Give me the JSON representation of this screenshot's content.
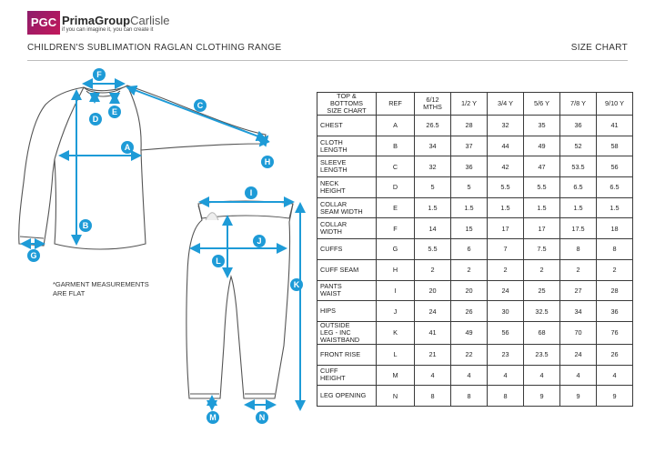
{
  "logo": {
    "badge": "PGC",
    "name_bold": "PrimaGroup",
    "name_light": "Carlisle",
    "tagline": "if you can imagine it, you can create it"
  },
  "header": {
    "range_title": "CHILDREN'S SUBLIMATION RAGLAN CLOTHING RANGE",
    "size_chart": "SIZE CHART"
  },
  "note": {
    "line1": "*GARMENT MEASUREMENTS",
    "line2": "ARE FLAT"
  },
  "colors": {
    "accent": "#1e9bd7",
    "garment_stroke": "#555555",
    "table_border": "#3a3a3a"
  },
  "markers": [
    "A",
    "B",
    "C",
    "D",
    "E",
    "F",
    "G",
    "H",
    "I",
    "J",
    "K",
    "L",
    "M",
    "N"
  ],
  "table": {
    "header_label_lines": [
      "TOP &",
      "BOTTOMS",
      "SIZE CHART"
    ],
    "ref_header": "REF",
    "sizes": [
      [
        "6/12",
        "MTHS"
      ],
      [
        "1/2 Y"
      ],
      [
        "3/4 Y"
      ],
      [
        "5/6 Y"
      ],
      [
        "7/8 Y"
      ],
      [
        "9/10 Y"
      ]
    ],
    "rows": [
      {
        "label": [
          "CHEST"
        ],
        "ref": "A",
        "values": [
          "26.5",
          "28",
          "32",
          "35",
          "36",
          "41"
        ]
      },
      {
        "label": [
          "CLOTH",
          "LENGTH"
        ],
        "ref": "B",
        "values": [
          "34",
          "37",
          "44",
          "49",
          "52",
          "58"
        ]
      },
      {
        "label": [
          "SLEEVE",
          "LENGTH"
        ],
        "ref": "C",
        "values": [
          "32",
          "36",
          "42",
          "47",
          "53.5",
          "56"
        ]
      },
      {
        "label": [
          "NECK",
          "HEIGHT"
        ],
        "ref": "D",
        "values": [
          "5",
          "5",
          "5.5",
          "5.5",
          "6.5",
          "6.5"
        ]
      },
      {
        "label": [
          "COLLAR",
          "SEAM WIDTH"
        ],
        "ref": "E",
        "values": [
          "1.5",
          "1.5",
          "1.5",
          "1.5",
          "1.5",
          "1.5"
        ]
      },
      {
        "label": [
          "COLLAR",
          "WIDTH"
        ],
        "ref": "F",
        "values": [
          "14",
          "15",
          "17",
          "17",
          "17.5",
          "18"
        ]
      },
      {
        "label": [
          "CUFFS"
        ],
        "ref": "G",
        "values": [
          "5.5",
          "6",
          "7",
          "7.5",
          "8",
          "8"
        ]
      },
      {
        "label": [
          "CUFF SEAM"
        ],
        "ref": "H",
        "values": [
          "2",
          "2",
          "2",
          "2",
          "2",
          "2"
        ]
      },
      {
        "label": [
          "PANTS",
          "WAIST"
        ],
        "ref": "I",
        "values": [
          "20",
          "20",
          "24",
          "25",
          "27",
          "28"
        ]
      },
      {
        "label": [
          "HIPS"
        ],
        "ref": "J",
        "values": [
          "24",
          "26",
          "30",
          "32.5",
          "34",
          "36"
        ]
      },
      {
        "label": [
          "OUTSIDE",
          "LEG - INC",
          "WAISTBAND"
        ],
        "ref": "K",
        "values": [
          "41",
          "49",
          "56",
          "68",
          "70",
          "76"
        ]
      },
      {
        "label": [
          "FRONT RISE"
        ],
        "ref": "L",
        "values": [
          "21",
          "22",
          "23",
          "23.5",
          "24",
          "26"
        ]
      },
      {
        "label": [
          "CUFF",
          "HEIGHT"
        ],
        "ref": "M",
        "values": [
          "4",
          "4",
          "4",
          "4",
          "4",
          "4"
        ]
      },
      {
        "label": [
          "LEG OPENING"
        ],
        "ref": "N",
        "values": [
          "8",
          "8",
          "8",
          "9",
          "9",
          "9"
        ]
      }
    ]
  }
}
